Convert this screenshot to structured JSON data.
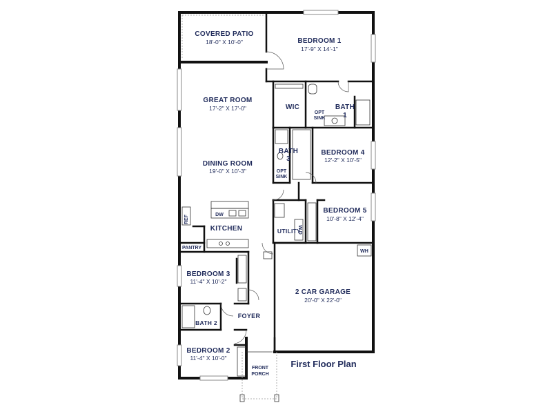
{
  "plan_title": "First Floor Plan",
  "rooms": {
    "covered_patio": {
      "name": "COVERED PATIO",
      "dims": "18'-0\" X 10'-0\""
    },
    "bedroom_1": {
      "name": "BEDROOM 1",
      "dims": "17'-9\" X 14'-1\""
    },
    "great_room": {
      "name": "GREAT ROOM",
      "dims": "17'-2\" X 17'-0\""
    },
    "wic": {
      "name": "WIC"
    },
    "bath_1": {
      "name_line1": "BATH",
      "name_line2": "1"
    },
    "opt_sink_1": {
      "line1": "OPT",
      "line2": "SINK"
    },
    "bedroom_4": {
      "name": "BEDROOM 4",
      "dims": "12'-2\" X 10'-5\""
    },
    "dining_room": {
      "name": "DINING ROOM",
      "dims": "19'-0\" X 10'-3\""
    },
    "bath_3": {
      "name_line1": "BATH",
      "name_line2": "3"
    },
    "opt_sink_3": {
      "line1": "OPT",
      "line2": "SINK"
    },
    "bedroom_5": {
      "name": "BEDROOM 5",
      "dims": "10'-8\" X 12'-4\""
    },
    "kitchen": {
      "name": "KITCHEN"
    },
    "ref": {
      "name": "REF"
    },
    "dw": {
      "name": "DW"
    },
    "utility": {
      "name": "UTILITY"
    },
    "wd": {
      "name": "W D"
    },
    "pantry": {
      "name": "PANTRY"
    },
    "wh": {
      "name": "WH"
    },
    "bedroom_3": {
      "name": "BEDROOM 3",
      "dims": "11'-4\" X 10'-2\""
    },
    "garage": {
      "name": "2 CAR GARAGE",
      "dims": "20'-0\" X 22'-0\""
    },
    "bath_2": {
      "name": "BATH 2"
    },
    "foyer": {
      "name": "FOYER"
    },
    "bedroom_2": {
      "name": "BEDROOM 2",
      "dims": "11'-4\" X 10'-0\""
    },
    "front_porch": {
      "line1": "FRONT",
      "line2": "PORCH"
    }
  }
}
